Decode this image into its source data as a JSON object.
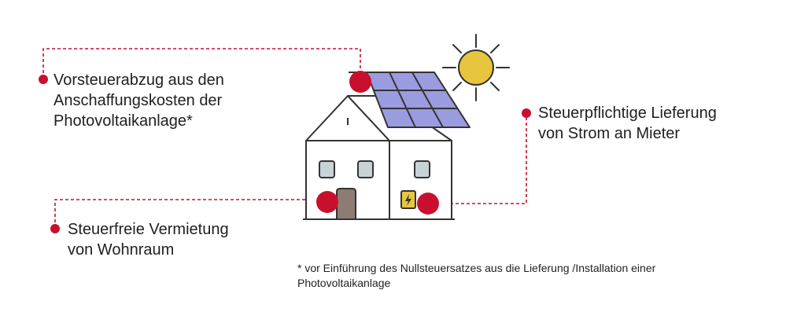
{
  "labels": {
    "input_tax": "Vorsteuerabzug aus den\nAnschaffungskosten der\nPhotovoltaikanlage*",
    "taxable_supply": "Steuerpflichtige Lieferung\nvon Strom an Mieter",
    "tax_free_rental": "Steuerfreie Vermietung\nvon Wohnraum"
  },
  "footnote": "* vor Einführung des Nullsteuersatzes aus die Lieferung /Installation einer\n   Photovoltaikanlage",
  "colors": {
    "accent_red": "#c8102e",
    "solar_panel": "#9b9be0",
    "sun": "#e8c53e",
    "window": "#c8d3d8",
    "door": "#8d7c73",
    "meter": "#e8c53e",
    "outline": "#333333"
  },
  "icons": [
    "sun-icon",
    "house-icon",
    "solar-panel-icon",
    "electric-meter-icon"
  ]
}
